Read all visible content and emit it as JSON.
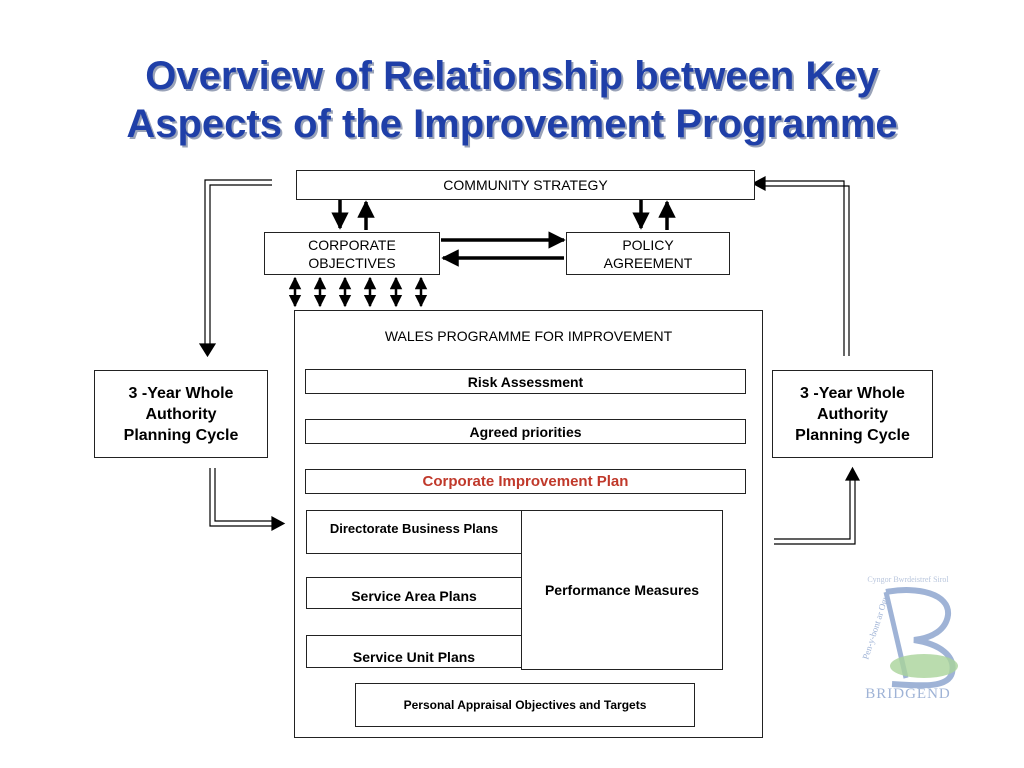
{
  "title_lines": [
    "Overview of Relationship between Key",
    "Aspects of the Improvement Programme"
  ],
  "boxes": {
    "community_strategy": "COMMUNITY STRATEGY",
    "corporate_objectives": [
      "CORPORATE",
      "OBJECTIVES"
    ],
    "policy_agreement": [
      "POLICY",
      "AGREEMENT"
    ],
    "wales_programme": "WALES PROGRAMME FOR IMPROVEMENT",
    "risk_assessment": "Risk Assessment",
    "agreed_priorities": "Agreed priorities",
    "corporate_improvement_plan": "Corporate Improvement Plan",
    "directorate_business_plans": "Directorate Business Plans",
    "service_area_plans": "Service Area Plans",
    "service_unit_plans": "Service Unit Plans",
    "performance_measures": "Performance Measures",
    "personal_appraisal": "Personal Appraisal Objectives and Targets",
    "planning_cycle_left": [
      "3 -Year Whole",
      "Authority",
      "Planning Cycle"
    ],
    "planning_cycle_right": [
      "3 -Year Whole",
      "Authority",
      "Planning Cycle"
    ]
  },
  "logo": {
    "name": "BRIDGEND",
    "welsh_name": "Pen-y-bont ar Ogwr",
    "subtitle": "Cyngor Bwrdeistref Sirol"
  },
  "colors": {
    "title": "#1f3fa8",
    "highlight_text": "#c0392b",
    "logo_blue": "#9fb3d6",
    "logo_green": "#a9d39a"
  }
}
